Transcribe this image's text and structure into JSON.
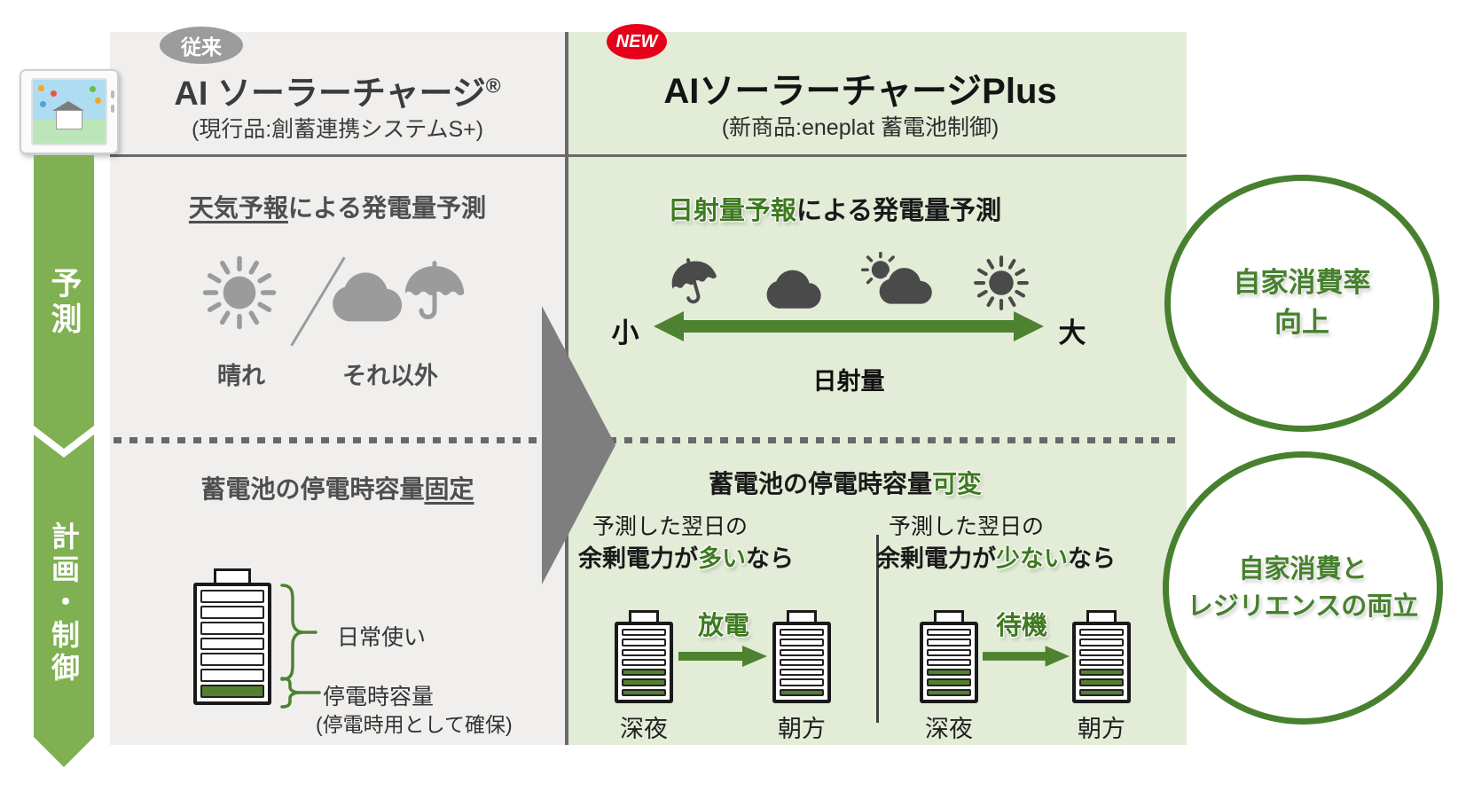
{
  "colors": {
    "panel_gray": "#f0efed",
    "panel_green": "#e3ecd7",
    "sidebar_green": "#7fb052",
    "accent_green": "#3e7a20",
    "arrow_green": "#4e8230",
    "battery_green": "#52802f",
    "circle_green": "#47802e",
    "badge_gray": "#9c9c9c",
    "badge_red": "#e60019",
    "line_gray": "#6a6a6a",
    "triangle_gray": "#7e7e7e"
  },
  "sidebar": {
    "phase1": "予測",
    "phase2": "計画・制御"
  },
  "legacy_panel": {
    "badge": "従来",
    "title": "AI ソーラーチャージ",
    "title_sup": "®",
    "subtitle": "(現行品:創蓄連携システムS+)",
    "prediction": {
      "heading_underline": "天気予報",
      "heading_rest": "による発電量予測",
      "icons": [
        "sun",
        "slash",
        "cloud",
        "umbrella"
      ],
      "label_sunny": "晴れ",
      "label_other": "それ以外"
    },
    "control": {
      "heading_main": "蓄電池の停電時容量",
      "heading_underline": "固定",
      "brace_daily": "日常使い",
      "brace_reserve": "停電時容量",
      "brace_reserve_note": "(停電時用として確保)"
    }
  },
  "new_panel": {
    "badge": "NEW",
    "title": "AIソーラーチャージPlus",
    "subtitle": "(新商品:eneplat 蓄電池制御)",
    "prediction": {
      "heading_highlight": "日射量予報",
      "heading_rest": "による発電量予測",
      "icons": [
        "umbrella",
        "cloud",
        "sun-cloud",
        "sun"
      ],
      "scale_small": "小",
      "scale_large": "大",
      "axis_label": "日射量"
    },
    "control": {
      "heading_main": "蓄電池の停電時容量",
      "heading_highlight": "可変",
      "case_surplus_high": {
        "line1": "予測した翌日の",
        "line2_before": "余剰電力が",
        "line2_highlight": "多い",
        "line2_after": "なら",
        "action": "放電",
        "label_night": "深夜",
        "label_morning": "朝方"
      },
      "case_surplus_low": {
        "line1": "予測した翌日の",
        "line2_before": "余剰電力が",
        "line2_highlight": "少ない",
        "line2_after": "なら",
        "action": "待機",
        "label_night": "深夜",
        "label_morning": "朝方"
      }
    }
  },
  "benefits": {
    "circle1_line1": "自家消費率",
    "circle1_line2": "向上",
    "circle2_line1": "自家消費と",
    "circle2_line2": "レジリエンスの両立"
  },
  "batteries": {
    "legacy": [
      "w",
      "w",
      "w",
      "w",
      "w",
      "w",
      "g"
    ],
    "surplus_high_night": [
      "w",
      "w",
      "w",
      "w",
      "g",
      "g",
      "g"
    ],
    "surplus_high_morning": [
      "w",
      "w",
      "w",
      "w",
      "w",
      "w",
      "g"
    ],
    "surplus_low_night": [
      "w",
      "w",
      "w",
      "w",
      "g",
      "g",
      "g"
    ],
    "surplus_low_morning": [
      "w",
      "w",
      "w",
      "w",
      "g",
      "g",
      "g"
    ]
  }
}
